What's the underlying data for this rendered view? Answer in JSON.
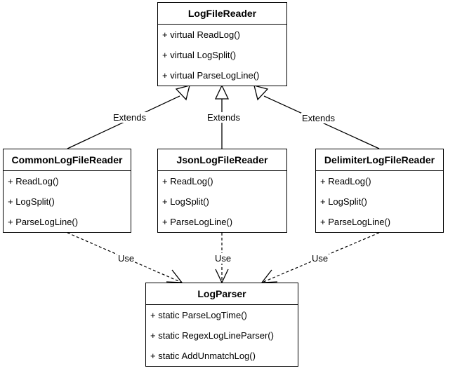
{
  "classes": {
    "logfilereader": {
      "name": "LogFileReader",
      "members": [
        "+ virtual ReadLog()",
        "+ virtual LogSplit()",
        "+ virtual ParseLogLine()"
      ]
    },
    "common": {
      "name": "CommonLogFileReader",
      "members": [
        "+ ReadLog()",
        "+ LogSplit()",
        "+ ParseLogLine()"
      ]
    },
    "json": {
      "name": "JsonLogFileReader",
      "members": [
        "+ ReadLog()",
        "+ LogSplit()",
        "+ ParseLogLine()"
      ]
    },
    "delimiter": {
      "name": "DelimiterLogFileReader",
      "members": [
        "+ ReadLog()",
        "+ LogSplit()",
        "+ ParseLogLine()"
      ]
    },
    "logparser": {
      "name": "LogParser",
      "members": [
        "+ static ParseLogTime()",
        "+ static RegexLogLineParser()",
        "+ static AddUnmatchLog()"
      ]
    }
  },
  "relations": {
    "extends_common": "Extends",
    "extends_json": "Extends",
    "extends_delimiter": "Extends",
    "use_common": "Use",
    "use_json": "Use",
    "use_delimiter": "Use"
  }
}
